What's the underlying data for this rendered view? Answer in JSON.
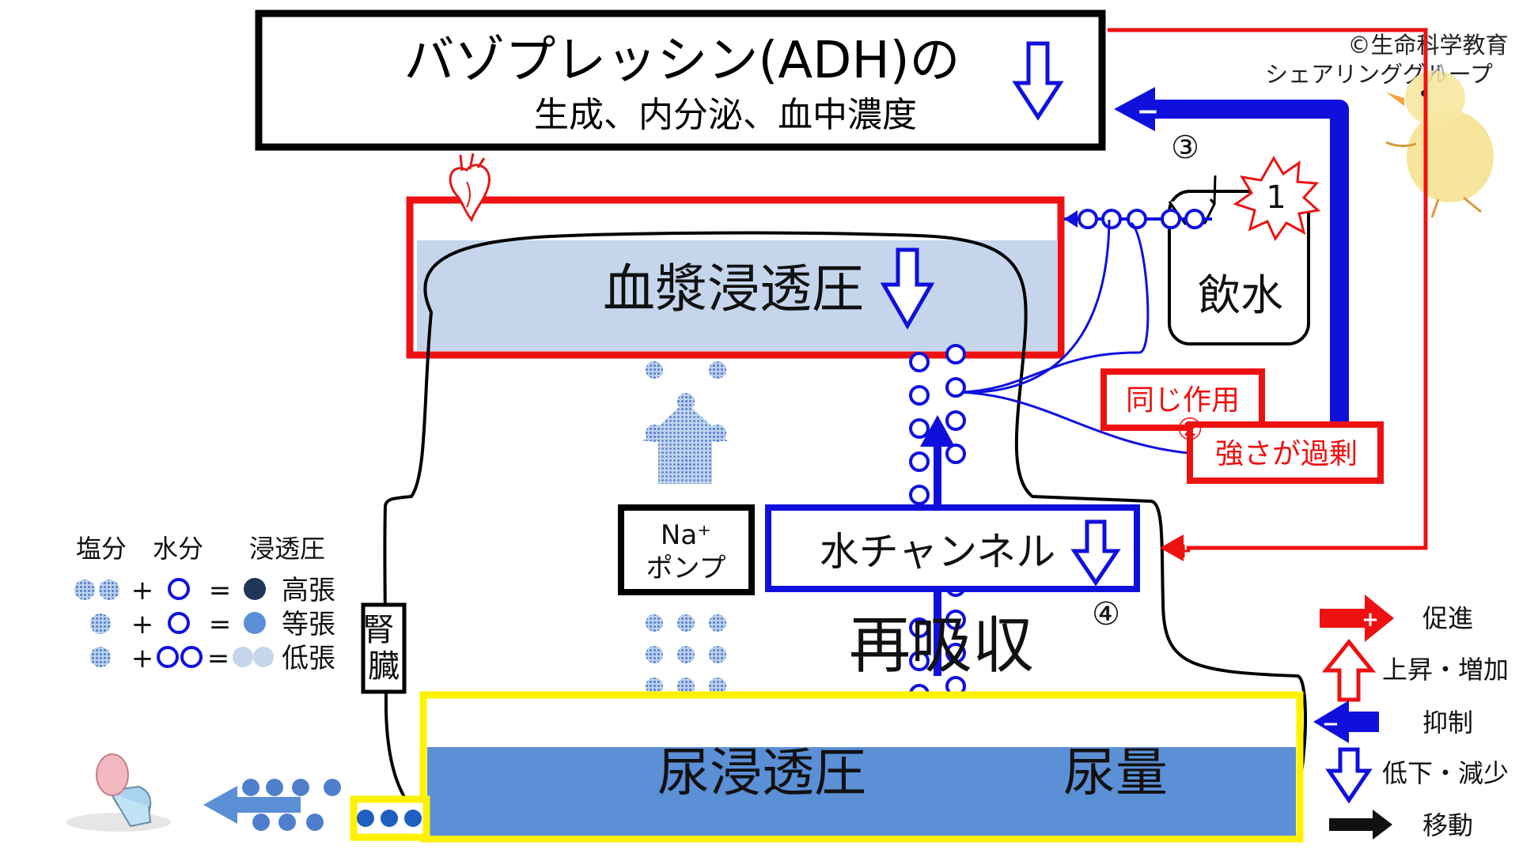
{
  "title_box": {
    "line1": "バゾプレッシン(ADH)の",
    "line2": "生成、内分泌、血中濃度",
    "arrow_icon": "down-outline-arrow"
  },
  "credit": {
    "line1": "©生命科学教育",
    "line2": "シェアリンググループ"
  },
  "plasma": {
    "label": "血漿浸透圧",
    "arrow_icon": "down-outline-arrow"
  },
  "drinking": {
    "label": "飲水",
    "marker": "1"
  },
  "markers": {
    "m2": "②",
    "m3": "③",
    "m4": "④"
  },
  "signals": {
    "same_action": "同じ作用",
    "excess": "強さが過剰",
    "plus_sign": "+",
    "minus_sign": "−"
  },
  "na_pump": {
    "line1": "Na⁺",
    "line2": "ポンプ"
  },
  "water_channel": {
    "label": "水チャンネル",
    "arrow_icon": "down-outline-arrow"
  },
  "reabsorption": {
    "label": "再吸収"
  },
  "kidney": {
    "label": "腎臓"
  },
  "urine": {
    "osmotic": "尿浸透圧",
    "volume": "尿量"
  },
  "osmo_legend": {
    "headers": [
      "塩分",
      "水分",
      "浸透圧"
    ],
    "rows": [
      {
        "plus": "+",
        "eq": "=",
        "label": "高張"
      },
      {
        "plus": "+",
        "eq": "=",
        "label": "等張"
      },
      {
        "plus": "+",
        "eq": "=",
        "label": "低張"
      }
    ]
  },
  "symbol_legend": [
    {
      "icon": "plus-arrow-right-icon",
      "label": "促進"
    },
    {
      "icon": "up-outline-arrow-icon",
      "label": "上昇・増加"
    },
    {
      "icon": "minus-arrow-left-icon",
      "label": "抑制"
    },
    {
      "icon": "down-outline-arrow-icon",
      "label": "低下・減少"
    },
    {
      "icon": "black-arrow-right-icon",
      "label": "移動"
    }
  ],
  "colors": {
    "red": "#ee1111",
    "blue": "#1010dd",
    "plasma_fill": "#c5d6ec",
    "urine_fill": "#5b8fd6",
    "yellow": "#fff200",
    "salt_dot": "#7da2d8",
    "dark_dot": "#1e3658"
  }
}
